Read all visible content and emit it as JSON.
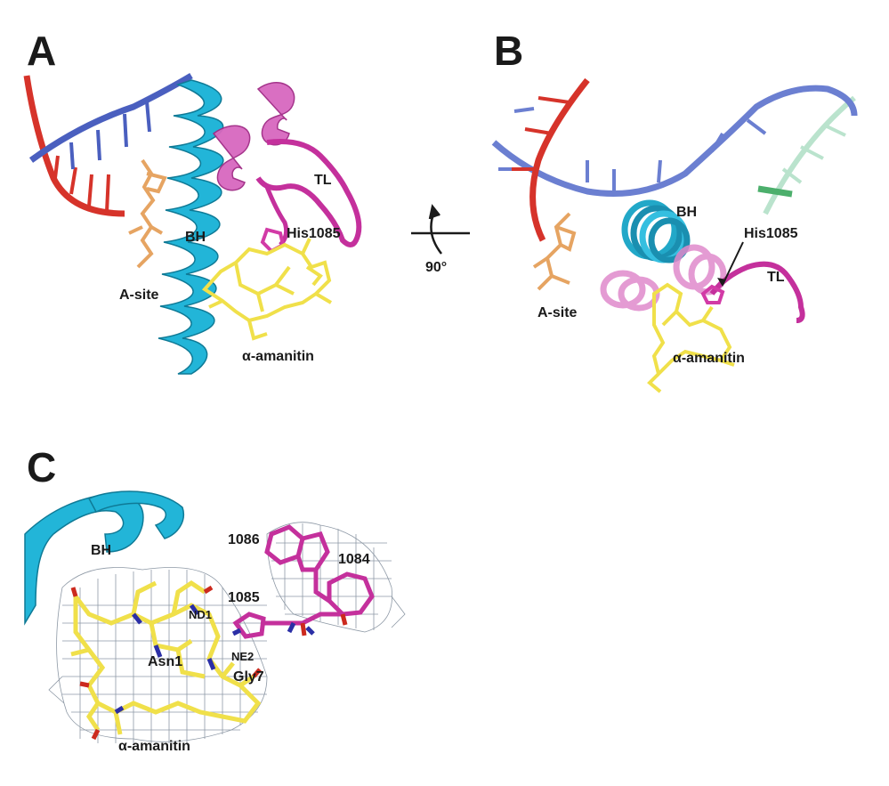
{
  "panels": {
    "a": {
      "letter": "A",
      "labels": {
        "tl": "TL",
        "bh": "BH",
        "his": "His1085",
        "asite": "A-site",
        "amanitin": "α-amanitin"
      }
    },
    "b": {
      "letter": "B",
      "labels": {
        "bh": "BH",
        "his": "His1085",
        "tl": "TL",
        "asite": "A-site",
        "amanitin": "α-amanitin"
      }
    },
    "c": {
      "letter": "C",
      "labels": {
        "bh": "BH",
        "r1086": "1086",
        "r1084": "1084",
        "r1085": "1085",
        "nd1": "ND1",
        "ne2": "NE2",
        "asn1": "Asn1",
        "gly7": "Gly7",
        "amanitin": "α-amanitin"
      }
    }
  },
  "rotation": {
    "label": "90°"
  },
  "colors": {
    "dna_template": "#d6332a",
    "dna_nontemplate": "#4a5fbf",
    "bridge_helix": "#22b5d8",
    "trigger_loop": "#d23aa6",
    "amanitin": "#f0e04a",
    "asite": "#e6a462",
    "density_mesh": "#7a8796",
    "nitrogen": "#2b2fa6",
    "oxygen": "#cc2a1e"
  }
}
